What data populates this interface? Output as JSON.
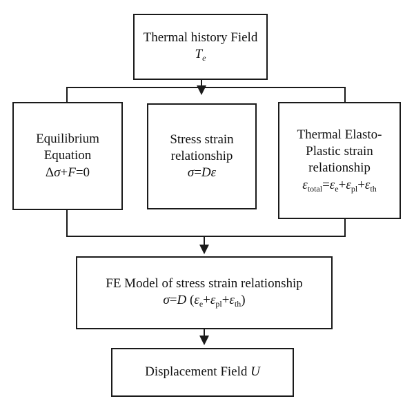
{
  "thermal_box": {
    "title": "Thermal history Field",
    "symbol": "T",
    "symbol_sub": "e"
  },
  "equilibrium_box": {
    "line1": "Equilibrium",
    "line2": "Equation",
    "formula": {
      "delta": "Δ",
      "sigma": "σ",
      "plus": "+",
      "F": "F",
      "eq": "=0"
    }
  },
  "stress_box": {
    "line1": "Stress strain",
    "line2": "relationship",
    "formula": {
      "sigma": "σ",
      "eq": "=",
      "D": "D",
      "eps": "ε"
    }
  },
  "thermo_box": {
    "line1": "Thermal Elasto-",
    "line2": "Plastic strain",
    "line3": "relationship",
    "formula": {
      "eps": "ε",
      "sub_total": "total",
      "eq": "=",
      "sub_e": "e",
      "plus": "+",
      "sub_pl": "pl",
      "sub_th": "th"
    }
  },
  "fe_box": {
    "line1": "FE Model of stress strain relationship",
    "formula": {
      "sigma": "σ",
      "eq": "=",
      "D": "D",
      "open": " (",
      "eps": "ε",
      "sub_e": "e",
      "plus": "+",
      "sub_pl": "pl",
      "sub_th": "th",
      "close": ")"
    }
  },
  "displacement_box": {
    "title": "Displacement Field",
    "symbol": "U"
  }
}
